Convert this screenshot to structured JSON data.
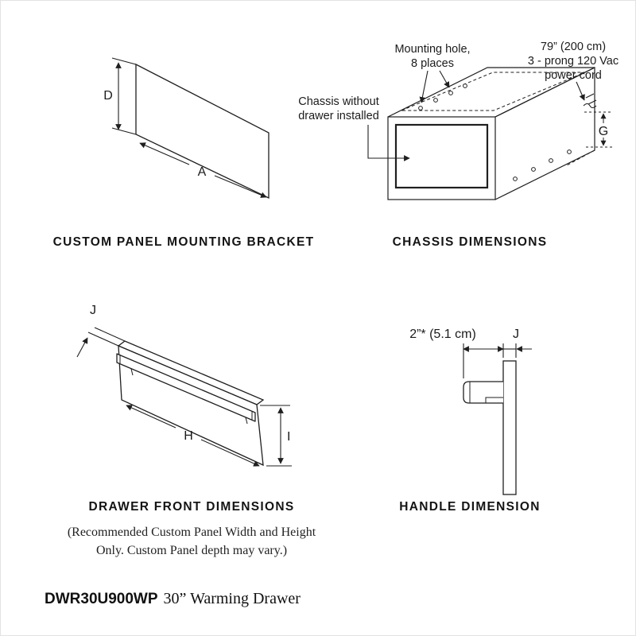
{
  "bracket": {
    "caption": "CUSTOM PANEL MOUNTING BRACKET",
    "dim_d": "D",
    "dim_a": "A"
  },
  "chassis": {
    "caption": "CHASSIS DIMENSIONS",
    "mounting_line1": "Mounting hole,",
    "mounting_line2": "8 places",
    "cord_line1": "79” (200 cm)",
    "cord_line2": "3 - prong 120 Vac",
    "cord_line3": "power cord",
    "chassis_line1": "Chassis without",
    "chassis_line2": "drawer installed",
    "dim_g": "G"
  },
  "drawer_front": {
    "caption": "DRAWER FRONT DIMENSIONS",
    "dim_j": "J",
    "dim_h": "H",
    "dim_i": "I",
    "note_line1": "(Recommended Custom Panel Width and Height",
    "note_line2": "Only. Custom Panel depth may vary.)"
  },
  "handle": {
    "caption": "HANDLE DIMENSION",
    "dim_depth": "2”* (5.1 cm)",
    "dim_j": "J"
  },
  "footer": {
    "model": "DWR30U900WP",
    "product": "30” Warming Drawer"
  }
}
